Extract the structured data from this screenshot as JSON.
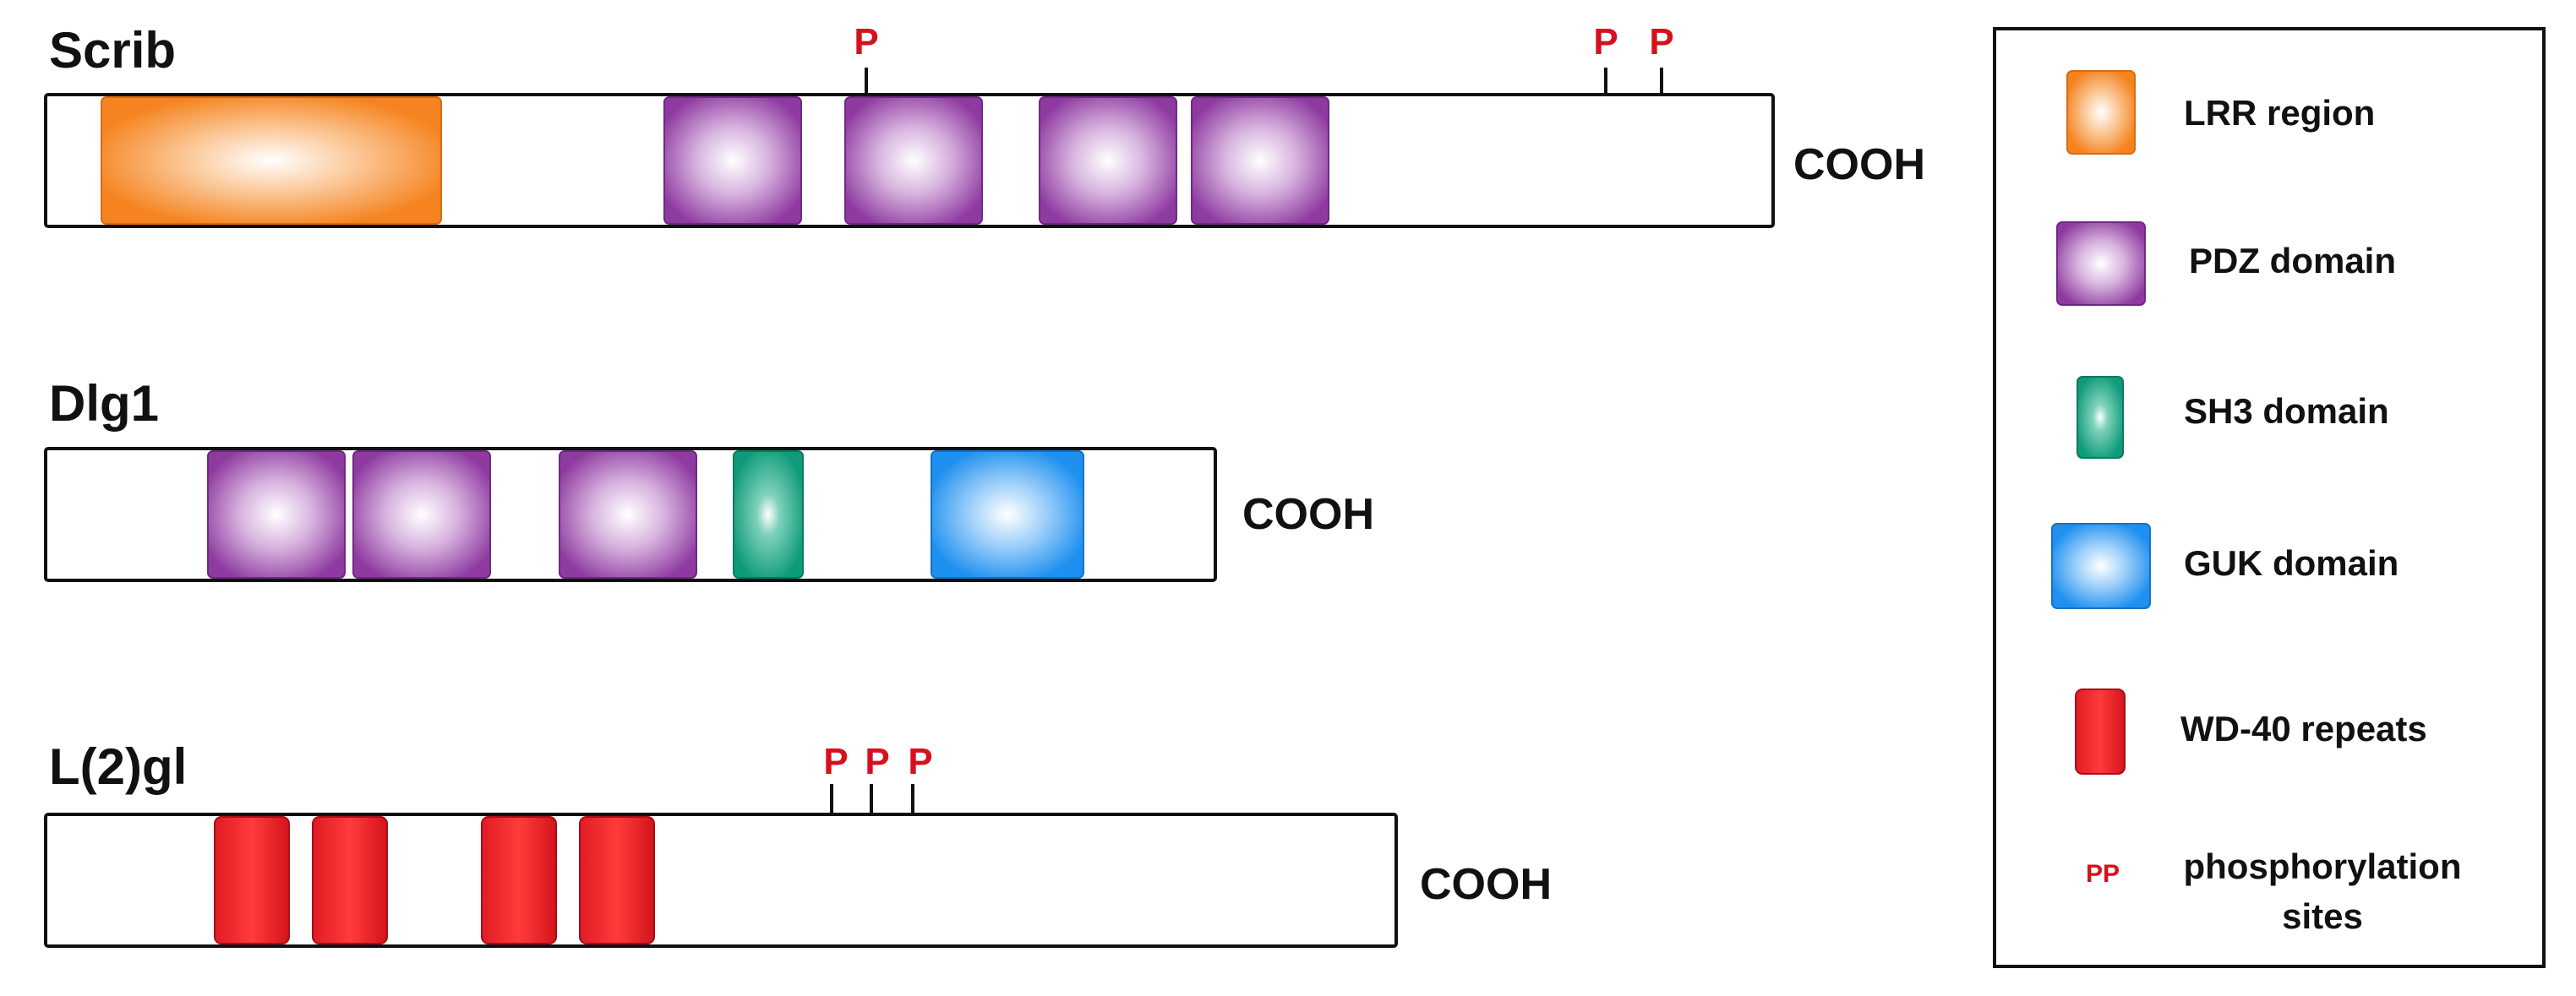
{
  "proteins": [
    {
      "name": "Scrib",
      "terminus": "COOH"
    },
    {
      "name": "Dlg1",
      "terminus": "COOH"
    },
    {
      "name": "L(2)gl",
      "terminus": "COOH"
    }
  ],
  "phospho_mark": "P",
  "legend": {
    "items": [
      {
        "label": "LRR region",
        "icon": "lrr-region-icon",
        "color": "#f5831f"
      },
      {
        "label": "PDZ domain",
        "icon": "pdz-domain-icon",
        "color": "#8e3aa0"
      },
      {
        "label": "SH3 domain",
        "icon": "sh3-domain-icon",
        "color": "#0f9b7a"
      },
      {
        "label": "GUK domain",
        "icon": "guk-domain-icon",
        "color": "#1e90ef"
      },
      {
        "label": "WD-40 repeats",
        "icon": "wd40-repeat-icon",
        "color": "#e41e26"
      },
      {
        "label": "phosphorylation sites",
        "label_line1": "phosphorylation",
        "label_line2": "sites",
        "icon": "phosphorylation-site-icon",
        "symbol": "PP",
        "color": "#d7101e"
      }
    ]
  }
}
